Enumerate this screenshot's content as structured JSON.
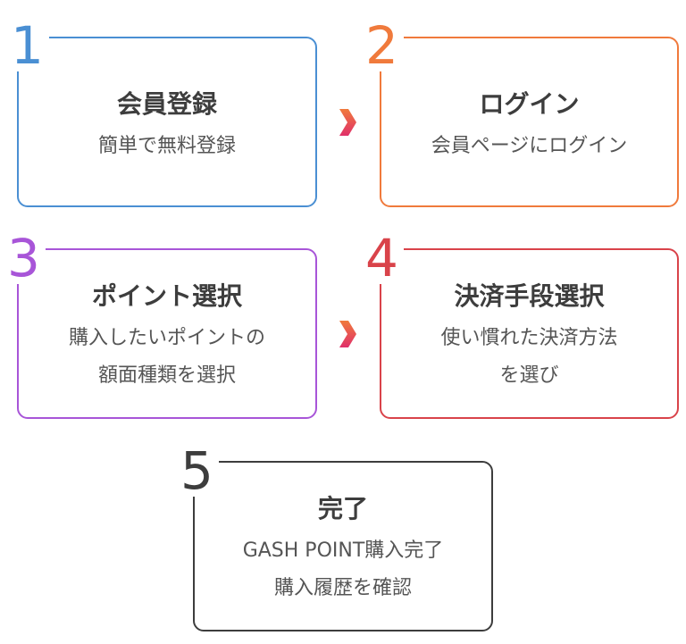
{
  "steps": [
    {
      "number": "1",
      "title": "会員登録",
      "lines": [
        "簡単で無料登録"
      ],
      "color": "#4a8fd3"
    },
    {
      "number": "2",
      "title": "ログイン",
      "lines": [
        "会員ページにログイン"
      ],
      "color": "#f07a3c"
    },
    {
      "number": "3",
      "title": "ポイント選択",
      "lines": [
        "購入したいポイントの",
        "額面種類を選択"
      ],
      "color": "#a855d8"
    },
    {
      "number": "4",
      "title": "決済手段選択",
      "lines": [
        "使い慣れた決済方法",
        "を選び"
      ],
      "color": "#d9434a"
    },
    {
      "number": "5",
      "title": "完了",
      "lines": [
        "GASH POINT購入完了",
        "購入履歴を確認"
      ],
      "color": "#3d3d3d"
    }
  ],
  "arrows": {
    "icon": "chevron-right-icon",
    "gradient_start": "#f07a3c",
    "gradient_end": "#e0306a"
  }
}
